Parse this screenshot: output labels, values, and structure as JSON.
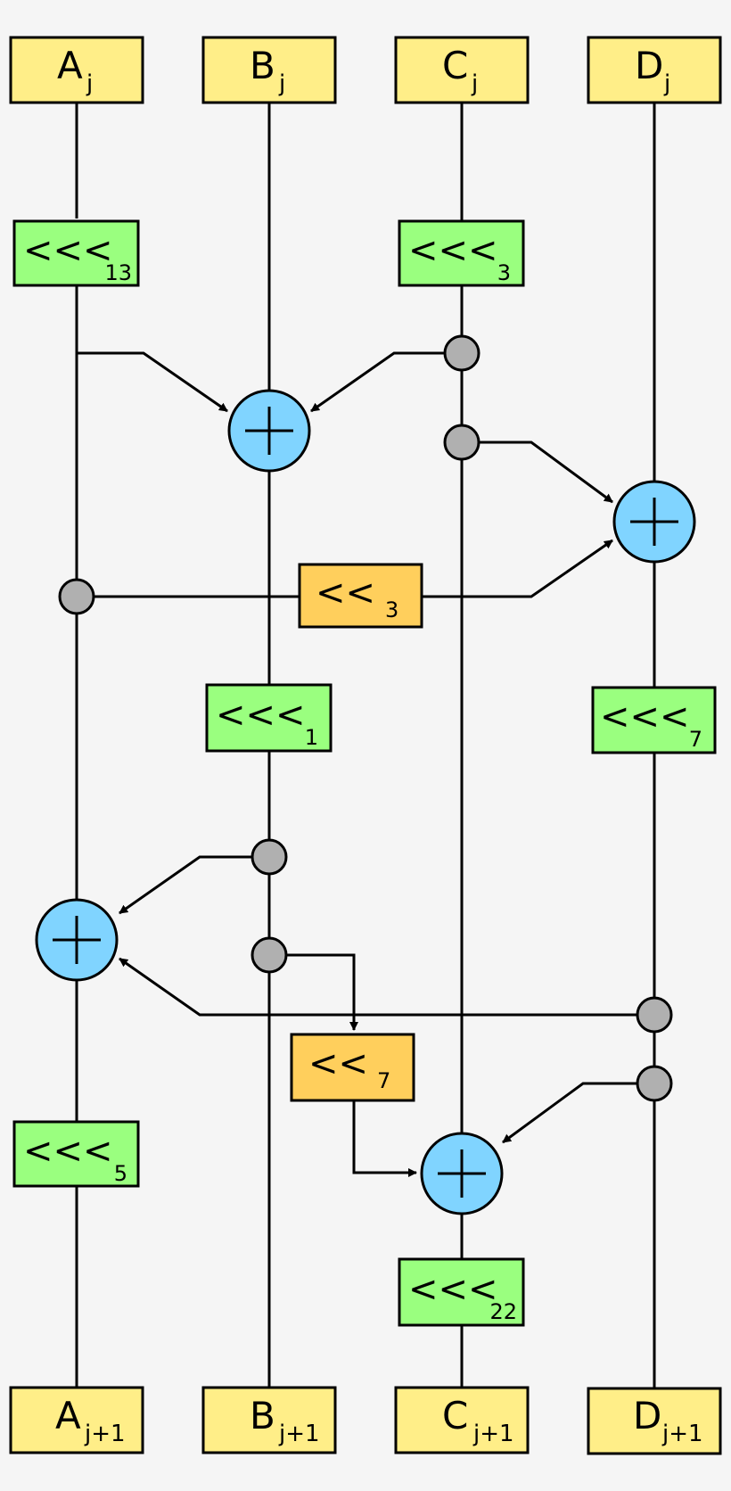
{
  "inputs": [
    {
      "letter": "A",
      "index": "j"
    },
    {
      "letter": "B",
      "index": "j"
    },
    {
      "letter": "C",
      "index": "j"
    },
    {
      "letter": "D",
      "index": "j"
    }
  ],
  "outputs": [
    {
      "letter": "A",
      "index": "j+1"
    },
    {
      "letter": "B",
      "index": "j+1"
    },
    {
      "letter": "C",
      "index": "j+1"
    },
    {
      "letter": "D",
      "index": "j+1"
    }
  ],
  "rotations": [
    {
      "symbol": "<<<",
      "amount": "13"
    },
    {
      "symbol": "<<<",
      "amount": "3"
    },
    {
      "symbol": "<<<",
      "amount": "1"
    },
    {
      "symbol": "<<<",
      "amount": "7"
    },
    {
      "symbol": "<<<",
      "amount": "5"
    },
    {
      "symbol": "<<<",
      "amount": "22"
    }
  ],
  "shifts": [
    {
      "symbol": "<<",
      "amount": "3"
    },
    {
      "symbol": "<<",
      "amount": "7"
    }
  ],
  "colors": {
    "io_box": "#ffee88",
    "rotate_box": "#9aff7f",
    "shift_box": "#ffcf5c",
    "xor_node": "#80d4ff",
    "junction": "#b0b0b0",
    "background": "#f5f5f5"
  }
}
